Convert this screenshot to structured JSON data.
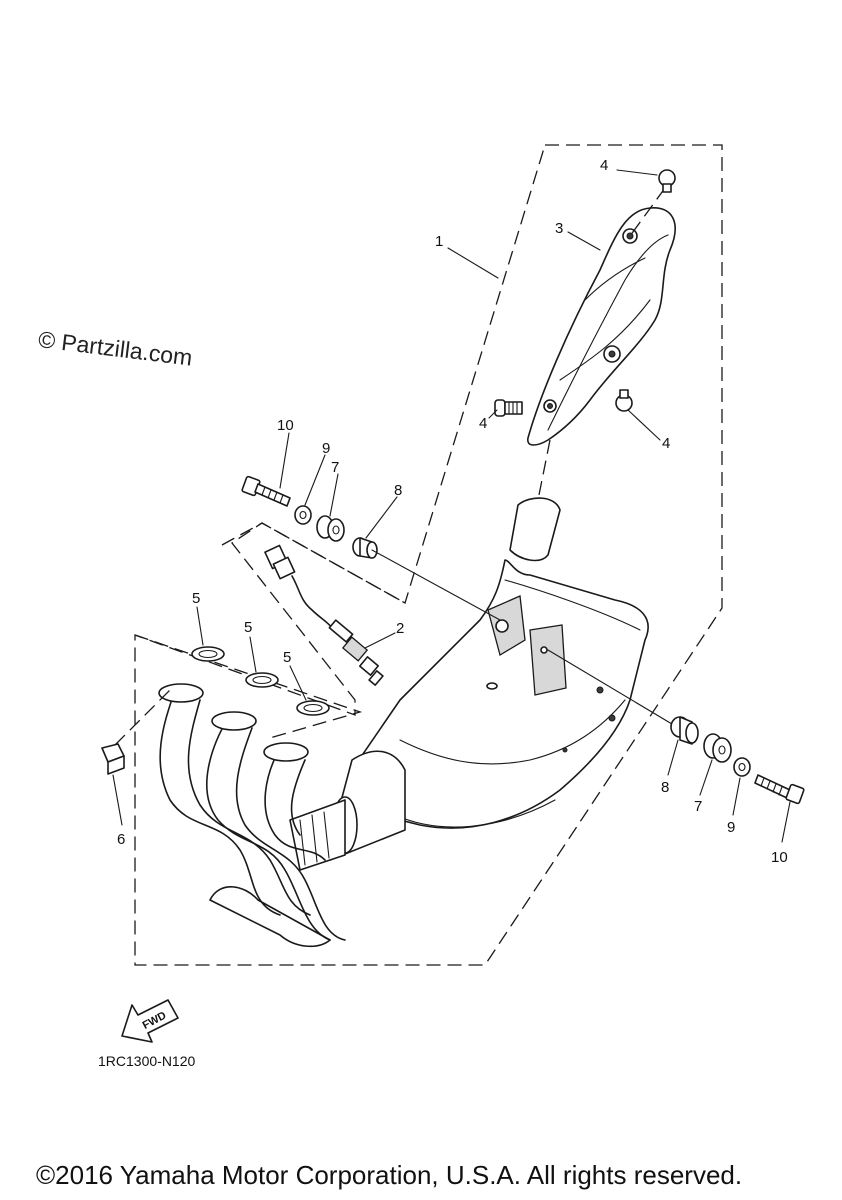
{
  "watermark": "© Partzilla.com",
  "diagram_code": "1RC1300-N120",
  "copyright": "©2016 Yamaha Motor Corporation, U.S.A. All rights reserved.",
  "fwd_label": "FWD",
  "callouts": {
    "c1": "1",
    "c2": "2",
    "c3": "3",
    "c4a": "4",
    "c4b": "4",
    "c4c": "4",
    "c5a": "5",
    "c5b": "5",
    "c5c": "5",
    "c6": "6",
    "c7a": "7",
    "c7b": "7",
    "c8a": "8",
    "c8b": "8",
    "c9a": "9",
    "c9b": "9",
    "c10a": "10",
    "c10b": "10"
  }
}
